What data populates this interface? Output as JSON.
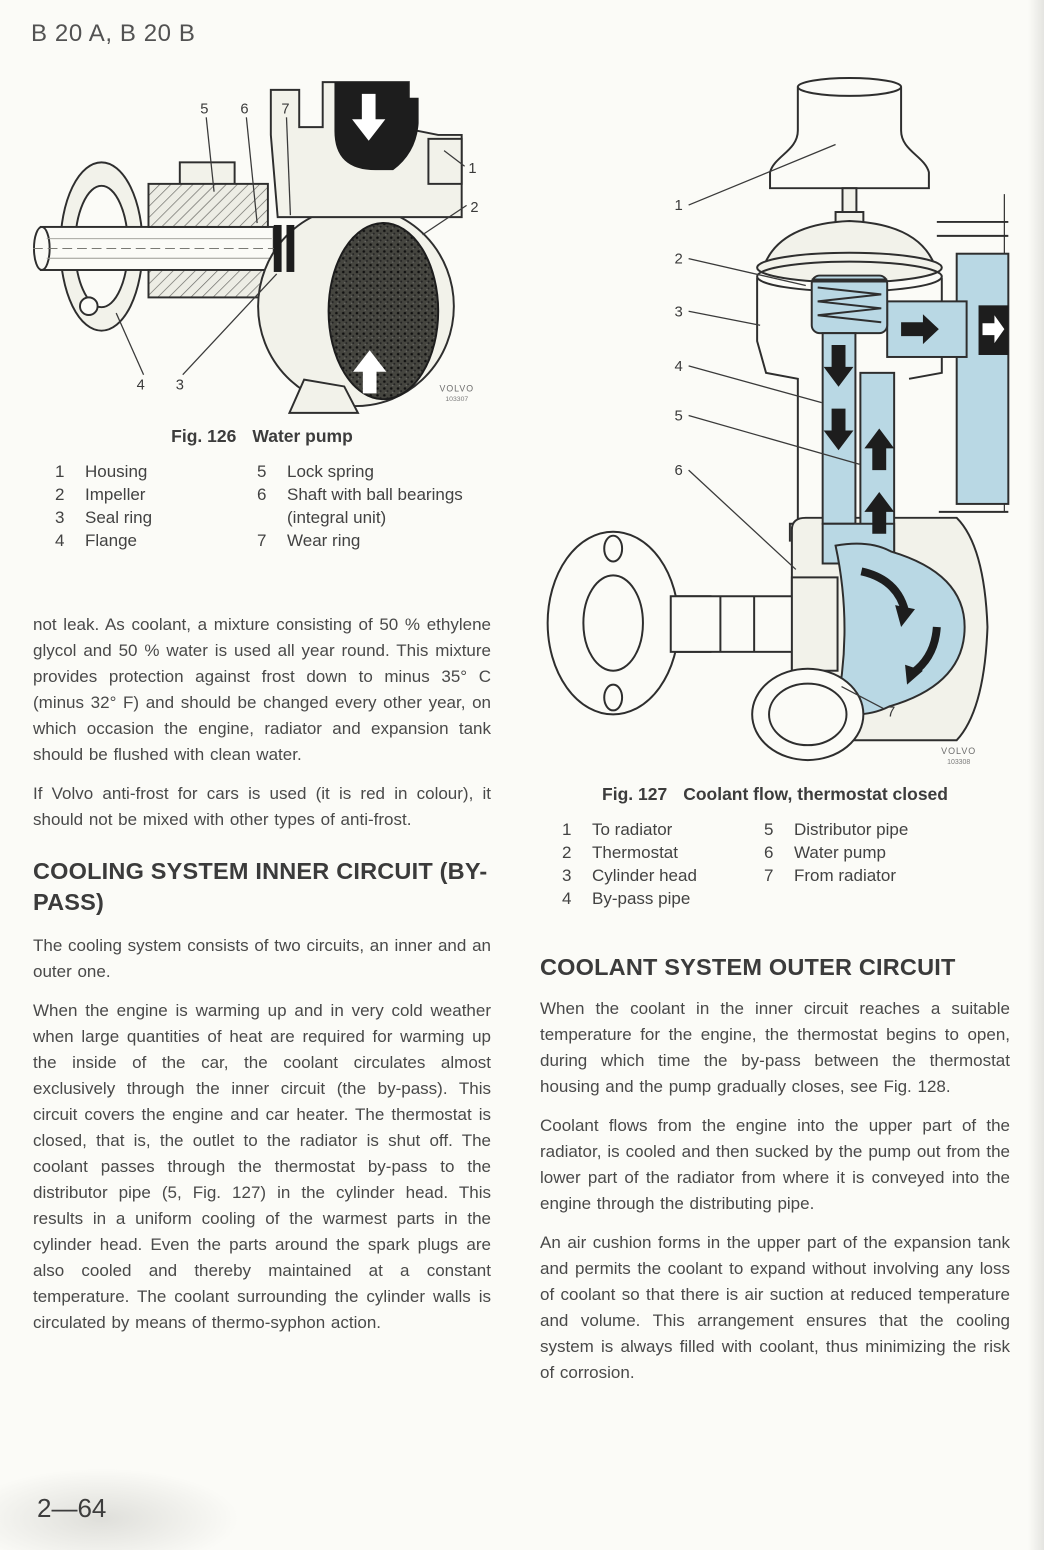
{
  "colors": {
    "coolant_blue": "#b9d8e4",
    "ink": "#3c3c3c",
    "paper": "#fbfbf7"
  },
  "page": {
    "header": "B 20 A, B 20 B",
    "footer": "2—64"
  },
  "fig126": {
    "caption": "Fig. 126",
    "title": "Water pump",
    "credit": "VOLVO",
    "credit_no": "103307",
    "callouts": {
      "n1": "1",
      "n2": "2",
      "n3": "3",
      "n4": "4",
      "n5": "5",
      "n6": "6",
      "n7": "7"
    },
    "legend": {
      "left": [
        {
          "num": "1",
          "label": "Housing"
        },
        {
          "num": "2",
          "label": "Impeller"
        },
        {
          "num": "3",
          "label": "Seal ring"
        },
        {
          "num": "4",
          "label": "Flange"
        }
      ],
      "right": [
        {
          "num": "5",
          "label": "Lock spring"
        },
        {
          "num": "6",
          "label": "Shaft with ball bearings (integral unit)"
        },
        {
          "num": "7",
          "label": "Wear ring"
        }
      ]
    }
  },
  "fig127": {
    "caption": "Fig. 127",
    "title": "Coolant flow, thermostat closed",
    "credit": "VOLVO",
    "credit_no": "103308",
    "callouts": {
      "n1": "1",
      "n2": "2",
      "n3": "3",
      "n4": "4",
      "n5": "5",
      "n6": "6",
      "n7": "7"
    },
    "legend": {
      "left": [
        {
          "num": "1",
          "label": "To radiator"
        },
        {
          "num": "2",
          "label": "Thermostat"
        },
        {
          "num": "3",
          "label": "Cylinder head"
        },
        {
          "num": "4",
          "label": "By-pass pipe"
        }
      ],
      "right": [
        {
          "num": "5",
          "label": "Distributor pipe"
        },
        {
          "num": "6",
          "label": "Water pump"
        },
        {
          "num": "7",
          "label": "From radiator"
        }
      ]
    }
  },
  "left_column": {
    "para1": "not leak. As coolant, a mixture consisting of 50 % ethylene glycol and 50 % water is used all year round. This mixture provides protection against frost down to minus 35° C (minus 32° F) and should be changed every other year, on which occasion the engine, radiator and expansion tank should be flushed with clean water.",
    "para2": "If Volvo anti-frost for cars is used (it is red in colour), it should not be mixed with other types of anti-frost.",
    "heading": "COOLING SYSTEM INNER CIRCUIT (BY-PASS)",
    "para3": "The cooling system consists of two circuits, an inner and an outer one.",
    "para4": "When the engine is warming up and in very cold weather when large quantities of heat are required for warming up the inside of the car, the coolant circulates almost exclusively through the inner circuit (the by-pass). This circuit covers the engine and car heater. The thermostat is closed, that is, the outlet to the radiator is shut off. The coolant passes through the thermostat by-pass to the distributor pipe (5, Fig. 127) in the cylinder head. This results in a uniform cooling of the warmest parts in the cylinder head. Even the parts around the spark plugs are also cooled and thereby maintained at a constant temperature. The coolant surrounding the cylinder walls is circulated by means of thermo-syphon action."
  },
  "right_column": {
    "heading": "COOLANT SYSTEM OUTER CIRCUIT",
    "para1": "When the coolant in the inner circuit reaches a suitable temperature for the engine, the thermostat begins to open, during which time the by-pass between the thermostat housing and the pump gradually closes, see Fig. 128.",
    "para2": "Coolant flows from the engine into the upper part of the radiator, is cooled and then sucked by the pump out from the lower part of the radiator from where it is conveyed into the engine through the distributing pipe.",
    "para3": "An air cushion forms in the upper part of the expansion tank and permits the coolant to expand without involving any loss of coolant so that there is air suction at reduced temperature and volume. This arrangement ensures that the cooling system is always filled with coolant, thus minimizing the risk of corrosion."
  }
}
